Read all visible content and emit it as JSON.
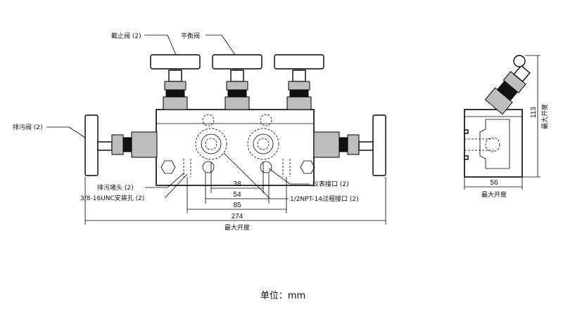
{
  "labels": {
    "stop_valve": "截止阀 (2)",
    "balance_valve": "平衡阀",
    "drain_valve": "排污阀 (2)",
    "drain_plug": "排污堵头 (2)",
    "mount_hole": "3/8-16UNC安装孔 (2)",
    "instrument_port": "仪表接口 (2)",
    "process_port": "1/2NPT-14过程接口 (2)"
  },
  "dims": {
    "d38": "38",
    "d54": "54",
    "d85": "85",
    "d274": "274",
    "max_open_front": "最大开度",
    "d56": "56",
    "max_open_side_bottom": "最大开度",
    "d113": "113",
    "max_open_side_right": "最大开度"
  },
  "unit_text": "单位：mm"
}
